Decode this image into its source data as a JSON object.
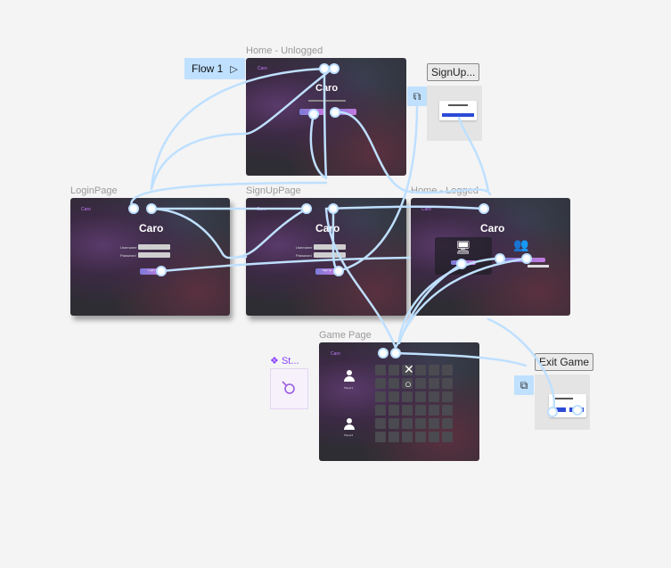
{
  "flow": {
    "label": "Flow 1"
  },
  "frames": {
    "home_unlogged": {
      "label": "Home - Unlogged",
      "app": "Caro",
      "title": "Caro"
    },
    "login": {
      "label": "LoginPage",
      "app": "Caro",
      "title": "Caro",
      "username": "Username",
      "password": "Password",
      "button": "Login"
    },
    "signup": {
      "label": "SignUpPage",
      "app": "Caro",
      "title": "Caro",
      "username": "Username",
      "password": "Password",
      "button": "Sign up"
    },
    "home_logged": {
      "label": "Home - Logged",
      "app": "Caro",
      "title": "Caro"
    },
    "game": {
      "label": "Game Page",
      "app": "Caro",
      "player1": "Player1",
      "player2": "Player2"
    }
  },
  "overlays": {
    "signup": {
      "label": "SignUp..."
    },
    "exit": {
      "label": "Exit Game"
    }
  },
  "component": {
    "label": "St..."
  },
  "game_board": {
    "marks": [
      "✕",
      "○"
    ]
  },
  "colors": {
    "canvas": "#f4f4f4",
    "connector": "#bfe0ff",
    "accent": "#c77dff",
    "badge": "#bfe0ff"
  }
}
